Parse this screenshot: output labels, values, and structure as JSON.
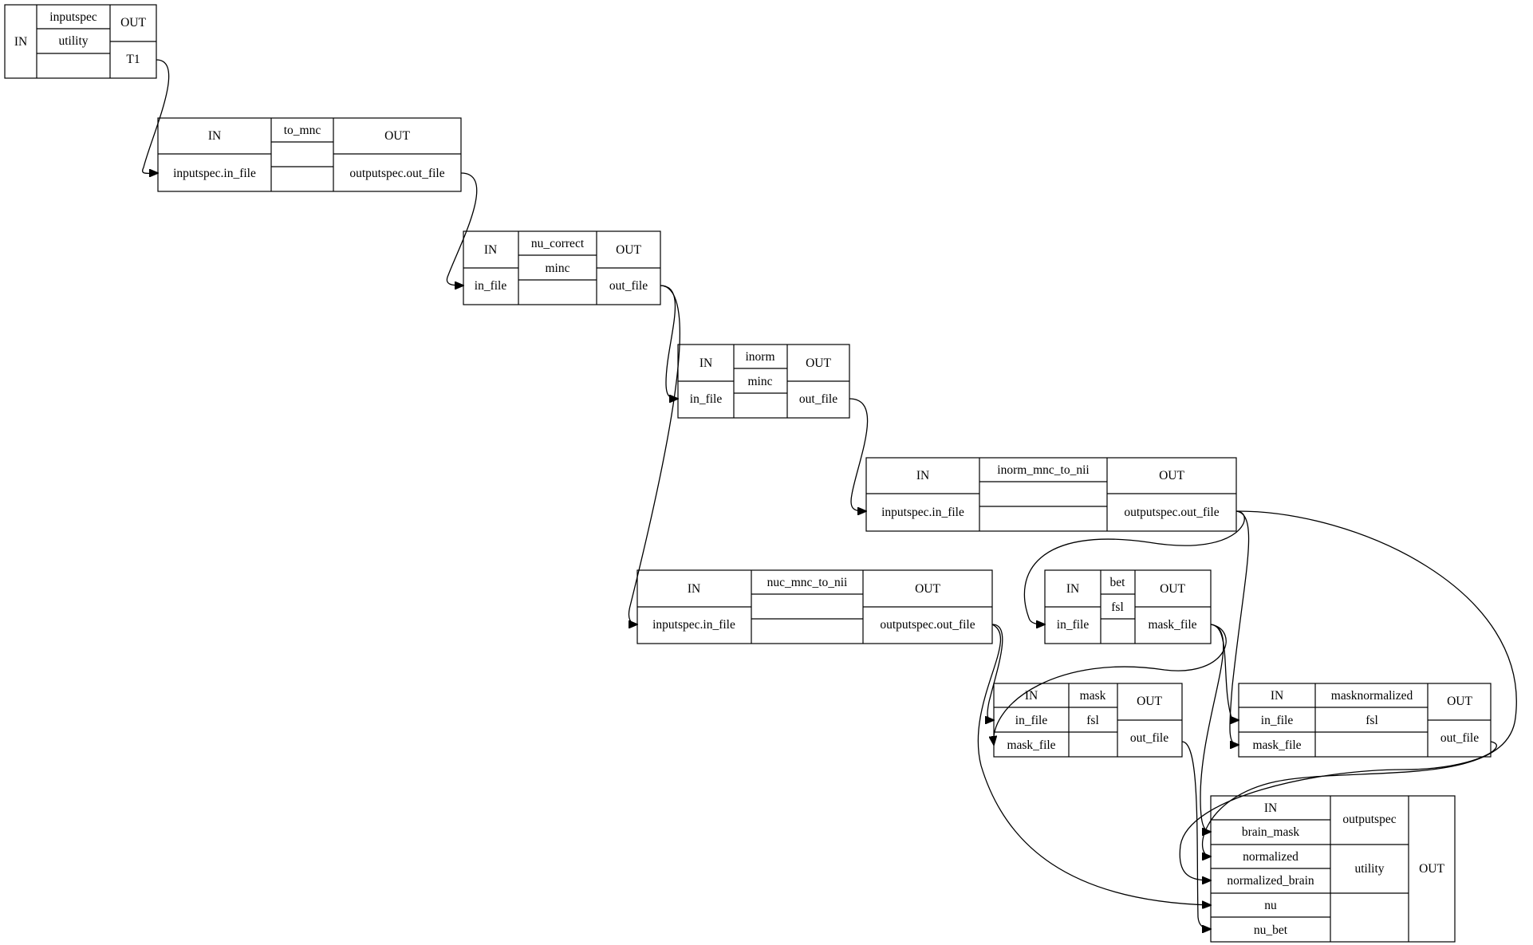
{
  "nodes": {
    "inputspec": {
      "in": "IN",
      "name": "inputspec",
      "iface": "utility",
      "out": "OUT",
      "ports_out": [
        "T1"
      ]
    },
    "to_mnc": {
      "in": "IN",
      "name": "to_mnc",
      "out": "OUT",
      "ports_in": [
        "inputspec.in_file"
      ],
      "ports_out": [
        "outputspec.out_file"
      ]
    },
    "nu_correct": {
      "in": "IN",
      "name": "nu_correct",
      "iface": "minc",
      "out": "OUT",
      "ports_in": [
        "in_file"
      ],
      "ports_out": [
        "out_file"
      ]
    },
    "inorm": {
      "in": "IN",
      "name": "inorm",
      "iface": "minc",
      "out": "OUT",
      "ports_in": [
        "in_file"
      ],
      "ports_out": [
        "out_file"
      ]
    },
    "inorm_mnc_to_nii": {
      "in": "IN",
      "name": "inorm_mnc_to_nii",
      "out": "OUT",
      "ports_in": [
        "inputspec.in_file"
      ],
      "ports_out": [
        "outputspec.out_file"
      ]
    },
    "nuc_mnc_to_nii": {
      "in": "IN",
      "name": "nuc_mnc_to_nii",
      "out": "OUT",
      "ports_in": [
        "inputspec.in_file"
      ],
      "ports_out": [
        "outputspec.out_file"
      ]
    },
    "bet": {
      "in": "IN",
      "name": "bet",
      "iface": "fsl",
      "out": "OUT",
      "ports_in": [
        "in_file"
      ],
      "ports_out": [
        "mask_file"
      ]
    },
    "mask": {
      "in": "IN",
      "name": "mask",
      "iface": "fsl",
      "out": "OUT",
      "ports_in": [
        "in_file",
        "mask_file"
      ],
      "ports_out": [
        "out_file"
      ]
    },
    "masknormalized": {
      "in": "IN",
      "name": "masknormalized",
      "iface": "fsl",
      "out": "OUT",
      "ports_in": [
        "in_file",
        "mask_file"
      ],
      "ports_out": [
        "out_file"
      ]
    },
    "outputspec": {
      "in": "IN",
      "name": "outputspec",
      "iface": "utility",
      "out": "OUT",
      "ports_in": [
        "brain_mask",
        "normalized",
        "normalized_brain",
        "nu",
        "nu_bet"
      ]
    }
  }
}
